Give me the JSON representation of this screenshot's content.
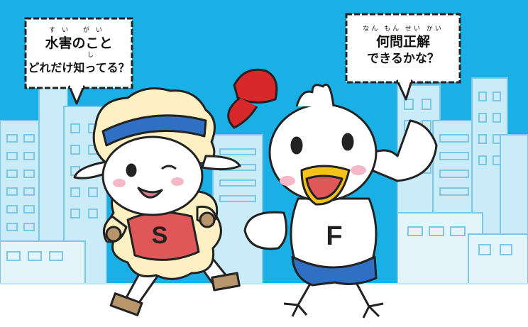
{
  "colors": {
    "sky": "#1ab0e6",
    "building_light": "#c9ecf8",
    "building_line": "#7cc7e6",
    "ground": "#ffffff",
    "sheep_wool": "#fdf1c4",
    "sheep_shirt": "#e0575a",
    "bird_shorts": "#2f6fc4",
    "cap_red": "#d8282c"
  },
  "bubble_left": {
    "ruby": "すい がい",
    "line1": "水害のこと",
    "ruby2": "し",
    "line2": "どれだけ知ってる？"
  },
  "bubble_right": {
    "ruby": "なん もん せい かい",
    "line1": "何問正解",
    "line2": "できるかな？"
  },
  "sheep": {
    "shirt_letter": "S"
  },
  "bird": {
    "shirt_letter": "F"
  }
}
